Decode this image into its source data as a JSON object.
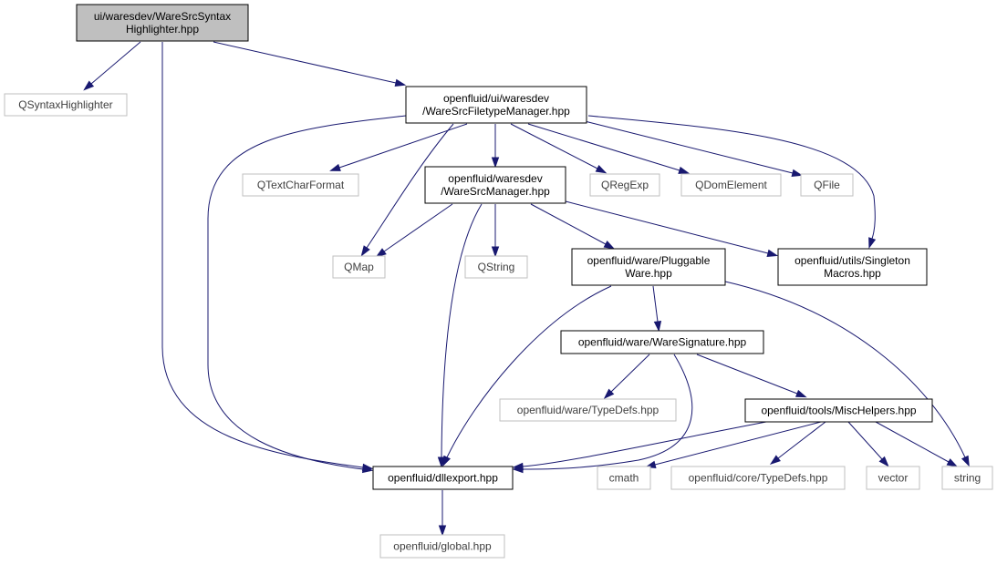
{
  "diagram": {
    "type": "include-dependency-graph",
    "colors": {
      "edge": "#191970",
      "main_fill": "#bfbfbf",
      "documented_border": "#000000",
      "external_border": "#bfbfbf",
      "external_text": "#404040"
    },
    "nodes": [
      {
        "id": "root",
        "kind": "main",
        "lines": [
          "ui/waresdev/WareSrcSyntax",
          "Highlighter.hpp"
        ]
      },
      {
        "id": "qsyntax",
        "kind": "external",
        "lines": [
          "QSyntaxHighlighter"
        ]
      },
      {
        "id": "ftmgr",
        "kind": "documented",
        "lines": [
          "openfluid/ui/waresdev",
          "/WareSrcFiletypeManager.hpp"
        ]
      },
      {
        "id": "qtextchar",
        "kind": "external",
        "lines": [
          "QTextCharFormat"
        ]
      },
      {
        "id": "srcmgr",
        "kind": "documented",
        "lines": [
          "openfluid/waresdev",
          "/WareSrcManager.hpp"
        ]
      },
      {
        "id": "qregexp",
        "kind": "external",
        "lines": [
          "QRegExp"
        ]
      },
      {
        "id": "qdom",
        "kind": "external",
        "lines": [
          "QDomElement"
        ]
      },
      {
        "id": "qfile",
        "kind": "external",
        "lines": [
          "QFile"
        ]
      },
      {
        "id": "qmap",
        "kind": "external",
        "lines": [
          "QMap"
        ]
      },
      {
        "id": "qstring",
        "kind": "external",
        "lines": [
          "QString"
        ]
      },
      {
        "id": "pluggable",
        "kind": "documented",
        "lines": [
          "openfluid/ware/Pluggable",
          "Ware.hpp"
        ]
      },
      {
        "id": "singleton",
        "kind": "documented",
        "lines": [
          "openfluid/utils/Singleton",
          "Macros.hpp"
        ]
      },
      {
        "id": "signature",
        "kind": "documented",
        "lines": [
          "openfluid/ware/WareSignature.hpp"
        ]
      },
      {
        "id": "waretypedefs",
        "kind": "external",
        "lines": [
          "openfluid/ware/TypeDefs.hpp"
        ]
      },
      {
        "id": "mischelpers",
        "kind": "documented",
        "lines": [
          "openfluid/tools/MiscHelpers.hpp"
        ]
      },
      {
        "id": "dllexport",
        "kind": "documented",
        "lines": [
          "openfluid/dllexport.hpp"
        ]
      },
      {
        "id": "cmath",
        "kind": "external",
        "lines": [
          "cmath"
        ]
      },
      {
        "id": "coretypedefs",
        "kind": "external",
        "lines": [
          "openfluid/core/TypeDefs.hpp"
        ]
      },
      {
        "id": "vector",
        "kind": "external",
        "lines": [
          "vector"
        ]
      },
      {
        "id": "string",
        "kind": "external",
        "lines": [
          "string"
        ]
      },
      {
        "id": "global",
        "kind": "external",
        "lines": [
          "openfluid/global.hpp"
        ]
      }
    ],
    "edges": [
      {
        "from": "root",
        "to": "qsyntax"
      },
      {
        "from": "root",
        "to": "ftmgr"
      },
      {
        "from": "root",
        "to": "dllexport"
      },
      {
        "from": "ftmgr",
        "to": "qtextchar"
      },
      {
        "from": "ftmgr",
        "to": "srcmgr"
      },
      {
        "from": "ftmgr",
        "to": "qregexp"
      },
      {
        "from": "ftmgr",
        "to": "qdom"
      },
      {
        "from": "ftmgr",
        "to": "qfile"
      },
      {
        "from": "ftmgr",
        "to": "qmap"
      },
      {
        "from": "ftmgr",
        "to": "singleton"
      },
      {
        "from": "ftmgr",
        "to": "dllexport"
      },
      {
        "from": "srcmgr",
        "to": "qmap"
      },
      {
        "from": "srcmgr",
        "to": "qstring"
      },
      {
        "from": "srcmgr",
        "to": "pluggable"
      },
      {
        "from": "srcmgr",
        "to": "singleton"
      },
      {
        "from": "srcmgr",
        "to": "dllexport"
      },
      {
        "from": "pluggable",
        "to": "signature"
      },
      {
        "from": "pluggable",
        "to": "dllexport"
      },
      {
        "from": "pluggable",
        "to": "string"
      },
      {
        "from": "signature",
        "to": "waretypedefs"
      },
      {
        "from": "signature",
        "to": "mischelpers"
      },
      {
        "from": "signature",
        "to": "dllexport"
      },
      {
        "from": "mischelpers",
        "to": "dllexport"
      },
      {
        "from": "mischelpers",
        "to": "cmath"
      },
      {
        "from": "mischelpers",
        "to": "coretypedefs"
      },
      {
        "from": "mischelpers",
        "to": "vector"
      },
      {
        "from": "mischelpers",
        "to": "string"
      },
      {
        "from": "dllexport",
        "to": "global"
      }
    ]
  }
}
